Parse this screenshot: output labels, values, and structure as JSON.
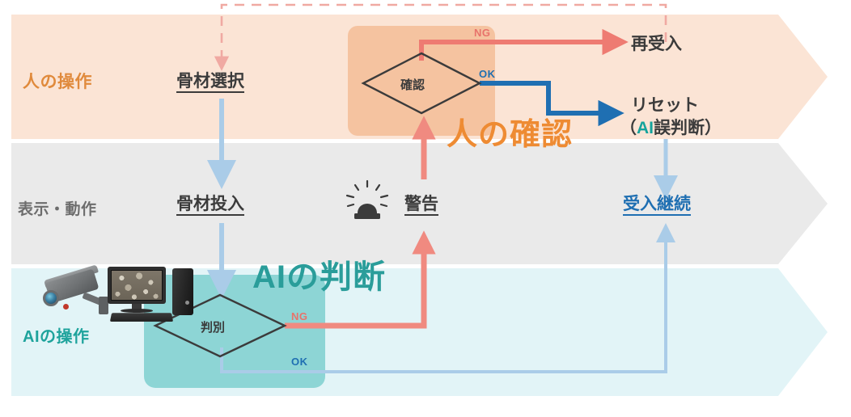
{
  "diagram": {
    "title_semantic": "ai-aggregate-acceptance-flow",
    "lanes": [
      {
        "id": "human",
        "label": "人の操作",
        "color": "#E08A3C",
        "band_color": "#FBE4D5"
      },
      {
        "id": "display",
        "label": "表示・動作",
        "color": "#6D6D6D",
        "band_color": "#EAEAEA"
      },
      {
        "id": "ai",
        "label": "AIの操作",
        "color": "#1EA39C",
        "band_color": "#E2F4F7"
      }
    ],
    "callouts": [
      {
        "id": "human-check",
        "text": "人の確認",
        "color": "#EE8B33"
      },
      {
        "id": "ai-judge",
        "text": "AIの判断",
        "color": "#2A9D9A"
      }
    ],
    "nodes": {
      "aggregate_select": "骨材選択",
      "aggregate_input": "骨材投入",
      "warning": "警告",
      "confirm_diamond": "確認",
      "judge_diamond": "判別",
      "re_accept": "再受入",
      "reset_line1": "リセット",
      "reset_line2_open": "（",
      "reset_line2_ai": "AI",
      "reset_line2_rest": "誤判断）",
      "continue_accept": "受入継続"
    },
    "branch_labels": {
      "confirm_ng": "NG",
      "confirm_ok": "OK",
      "judge_ng": "NG",
      "judge_ok": "OK"
    },
    "icons": {
      "camera": "security-camera-icon",
      "computer": "desktop-computer-icon",
      "alarm": "alarm-beacon-icon"
    },
    "colors": {
      "ng_red": "#EE7B72",
      "ok_blue": "#1F6FB2",
      "pale_blue": "#AACCE8",
      "dashed_pink": "#F0A9A2",
      "human_box": "#F5C3A0",
      "ai_box": "#8DD5D5",
      "arrow_orange": "#EE8B33",
      "arrow_red": "#F08A80"
    }
  }
}
